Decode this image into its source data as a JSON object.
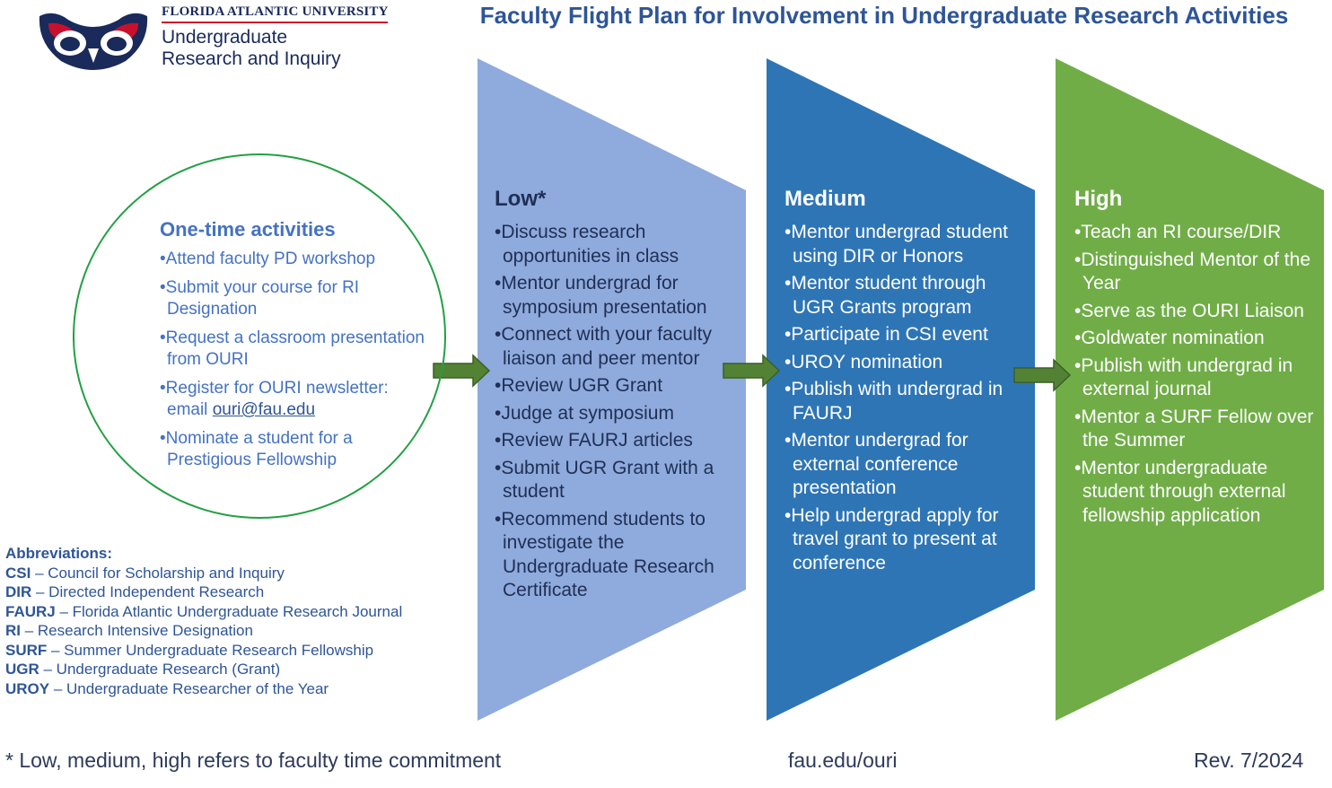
{
  "header": {
    "title": "Faculty Flight Plan for Involvement in Undergraduate Research Activities",
    "university": "FLORIDA ATLANTIC UNIVERSITY",
    "department_line1": "Undergraduate",
    "department_line2": "Research and Inquiry"
  },
  "colors": {
    "low": "#8faadc",
    "medium": "#2e75b6",
    "high": "#70ad47",
    "circle": "#22a043",
    "arrow": "#548235",
    "text_blue": "#4472c4"
  },
  "one_time": {
    "heading": "One-time activities",
    "items": [
      "•Attend faculty PD workshop",
      "•Submit your course for RI Designation",
      "•Request a classroom presentation from OURI",
      "•Register for OURI newsletter: email "
    ],
    "email": "ouri@fau.edu",
    "last_item": "•Nominate a student for a Prestigious Fellowship"
  },
  "low": {
    "heading": "Low*",
    "items": [
      "•Discuss research opportunities in class",
      "•Mentor undergrad for symposium presentation",
      "•Connect with your faculty liaison and peer mentor",
      "•Review UGR Grant",
      "•Judge at symposium",
      "•Review FAURJ articles",
      "•Submit UGR Grant with a student",
      "•Recommend students to investigate the Undergraduate Research Certificate"
    ]
  },
  "medium": {
    "heading": "Medium",
    "items": [
      "•Mentor undergrad student using DIR or Honors",
      "•Mentor student through UGR Grants program",
      "•Participate in CSI event",
      "•UROY nomination",
      "•Publish with undergrad in FAURJ",
      "•Mentor undergrad for external conference presentation",
      "•Help undergrad apply for travel grant to present at conference"
    ]
  },
  "high": {
    "heading": "High",
    "items": [
      "•Teach an RI course/DIR",
      "•Distinguished Mentor of the Year",
      "•Serve as the OURI Liaison",
      "•Goldwater nomination",
      "•Publish with undergrad in external journal",
      "•Mentor a SURF Fellow over the Summer",
      "•Mentor undergraduate student through external fellowship application"
    ]
  },
  "abbreviations": {
    "heading": "Abbreviations:",
    "items": [
      {
        "abbr": "CSI",
        "text": " – Council for Scholarship and Inquiry"
      },
      {
        "abbr": "DIR",
        "text": " – Directed Independent Research"
      },
      {
        "abbr": "FAURJ",
        "text": " – Florida Atlantic Undergraduate Research Journal"
      },
      {
        "abbr": "RI",
        "text": " – Research Intensive Designation"
      },
      {
        "abbr": "SURF",
        "text": " – Summer Undergraduate Research Fellowship"
      },
      {
        "abbr": "UGR",
        "text": " – Undergraduate Research (Grant)"
      },
      {
        "abbr": "UROY",
        "text": " – Undergraduate Researcher of the Year"
      }
    ]
  },
  "footer": {
    "note": "* Low, medium, high refers to faculty time commitment",
    "site": "fau.edu/ouri",
    "revision": "Rev. 7/2024"
  }
}
